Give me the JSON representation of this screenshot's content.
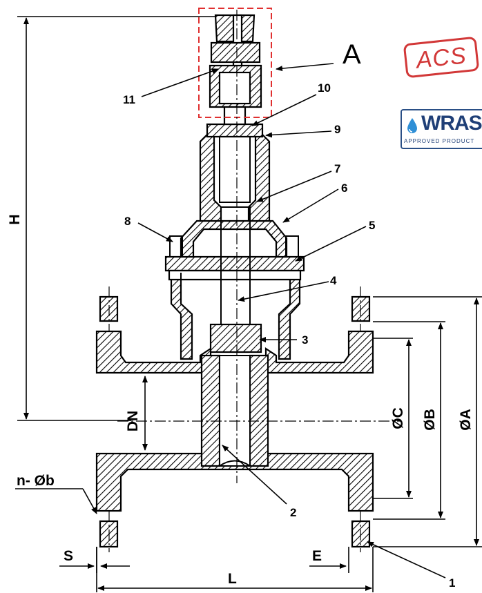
{
  "drawing": {
    "view_label": "A",
    "dimensions": {
      "height": "H",
      "nominal_diameter": "DN",
      "bolt_circle_c": "ØC",
      "diameter_b": "ØB",
      "diameter_a": "ØA",
      "holes": "n- Øb",
      "flange_s": "S",
      "flange_e": "E",
      "length": "L"
    },
    "part_numbers": [
      "1",
      "2",
      "3",
      "4",
      "5",
      "6",
      "7",
      "8",
      "9",
      "10",
      "11"
    ]
  },
  "badges": {
    "acs": "ACS",
    "wras": "WRAS",
    "wras_sub": "APPROVED PRODUCT"
  },
  "colors": {
    "line": "#000000",
    "detail_box": "#e03030",
    "acs": "#d23838",
    "wras": "#1f3f77"
  }
}
